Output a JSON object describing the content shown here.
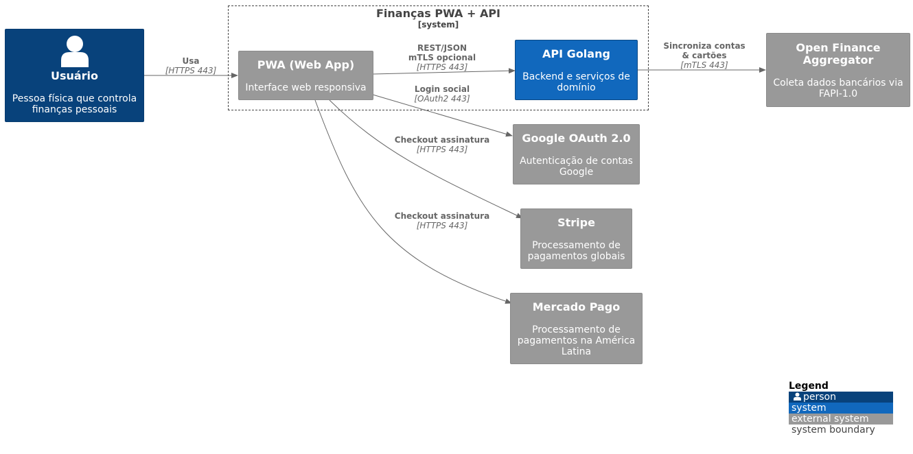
{
  "diagram": {
    "boundary": {
      "title": "Finanças PWA + API",
      "type": "[system]"
    },
    "elements": {
      "user": {
        "title": "Usuário",
        "description": "Pessoa física que controla finanças pessoais"
      },
      "pwa": {
        "title": "PWA (Web App)",
        "description": "Interface web responsiva"
      },
      "api": {
        "title": "API Golang",
        "description": "Backend e serviços de domínio"
      },
      "openfinance": {
        "title": "Open Finance Aggregator",
        "description": "Coleta dados bancários via FAPI-1.0"
      },
      "google": {
        "title": "Google OAuth 2.0",
        "description": "Autenticação de contas Google"
      },
      "stripe": {
        "title": "Stripe",
        "description": "Processamento de pagamentos globais"
      },
      "mercadopago": {
        "title": "Mercado Pago",
        "description": "Processamento de pagamentos na América Latina"
      }
    },
    "relations": {
      "user_pwa": {
        "label": "Usa",
        "tech": "[HTTPS 443]"
      },
      "pwa_api": {
        "label": "REST/JSON",
        "label2": "mTLS opcional",
        "tech": "[HTTPS 443]"
      },
      "api_openfinance": {
        "label": "Sincroniza contas",
        "label2": "& cartões",
        "tech": "[mTLS 443]"
      },
      "pwa_google": {
        "label": "Login social",
        "tech": "[OAuth2 443]"
      },
      "pwa_stripe": {
        "label": "Checkout assinatura",
        "tech": "[HTTPS 443]"
      },
      "pwa_mercadopago": {
        "label": "Checkout assinatura",
        "tech": "[HTTPS 443]"
      }
    },
    "legend": {
      "title": "Legend",
      "items": {
        "person": "person",
        "system": "system",
        "external": "external system",
        "boundary": "system boundary"
      }
    },
    "colors": {
      "person": "#08427b",
      "system": "#1168bd",
      "external_system": "#999999",
      "boundary_border": "#444444",
      "arrow": "#666666"
    }
  }
}
